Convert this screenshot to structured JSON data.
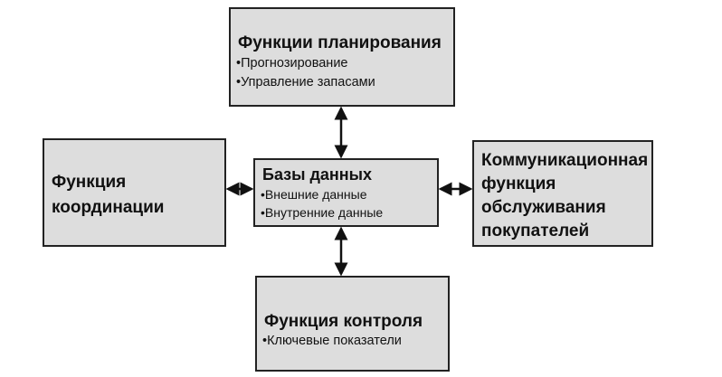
{
  "diagram": {
    "planning": {
      "title": "Функции планирования",
      "items": [
        "Прогнозирование",
        "Управление запасами"
      ]
    },
    "coordination": {
      "title_lines": [
        "Функция",
        "координации"
      ]
    },
    "database": {
      "title": "Базы данных",
      "items": [
        "Внешние данные",
        "Внутренние данные"
      ]
    },
    "communication": {
      "title_lines": [
        "Коммуникационная",
        "функция",
        "обслуживания",
        "покупателей"
      ]
    },
    "control": {
      "title": "Функция контроля",
      "items": [
        "Ключевые показатели"
      ]
    },
    "connections": [
      {
        "from": "planning",
        "to": "database",
        "type": "bidirectional"
      },
      {
        "from": "coordination",
        "to": "database",
        "type": "bidirectional"
      },
      {
        "from": "database",
        "to": "communication",
        "type": "bidirectional"
      },
      {
        "from": "database",
        "to": "control",
        "type": "bidirectional"
      }
    ]
  }
}
